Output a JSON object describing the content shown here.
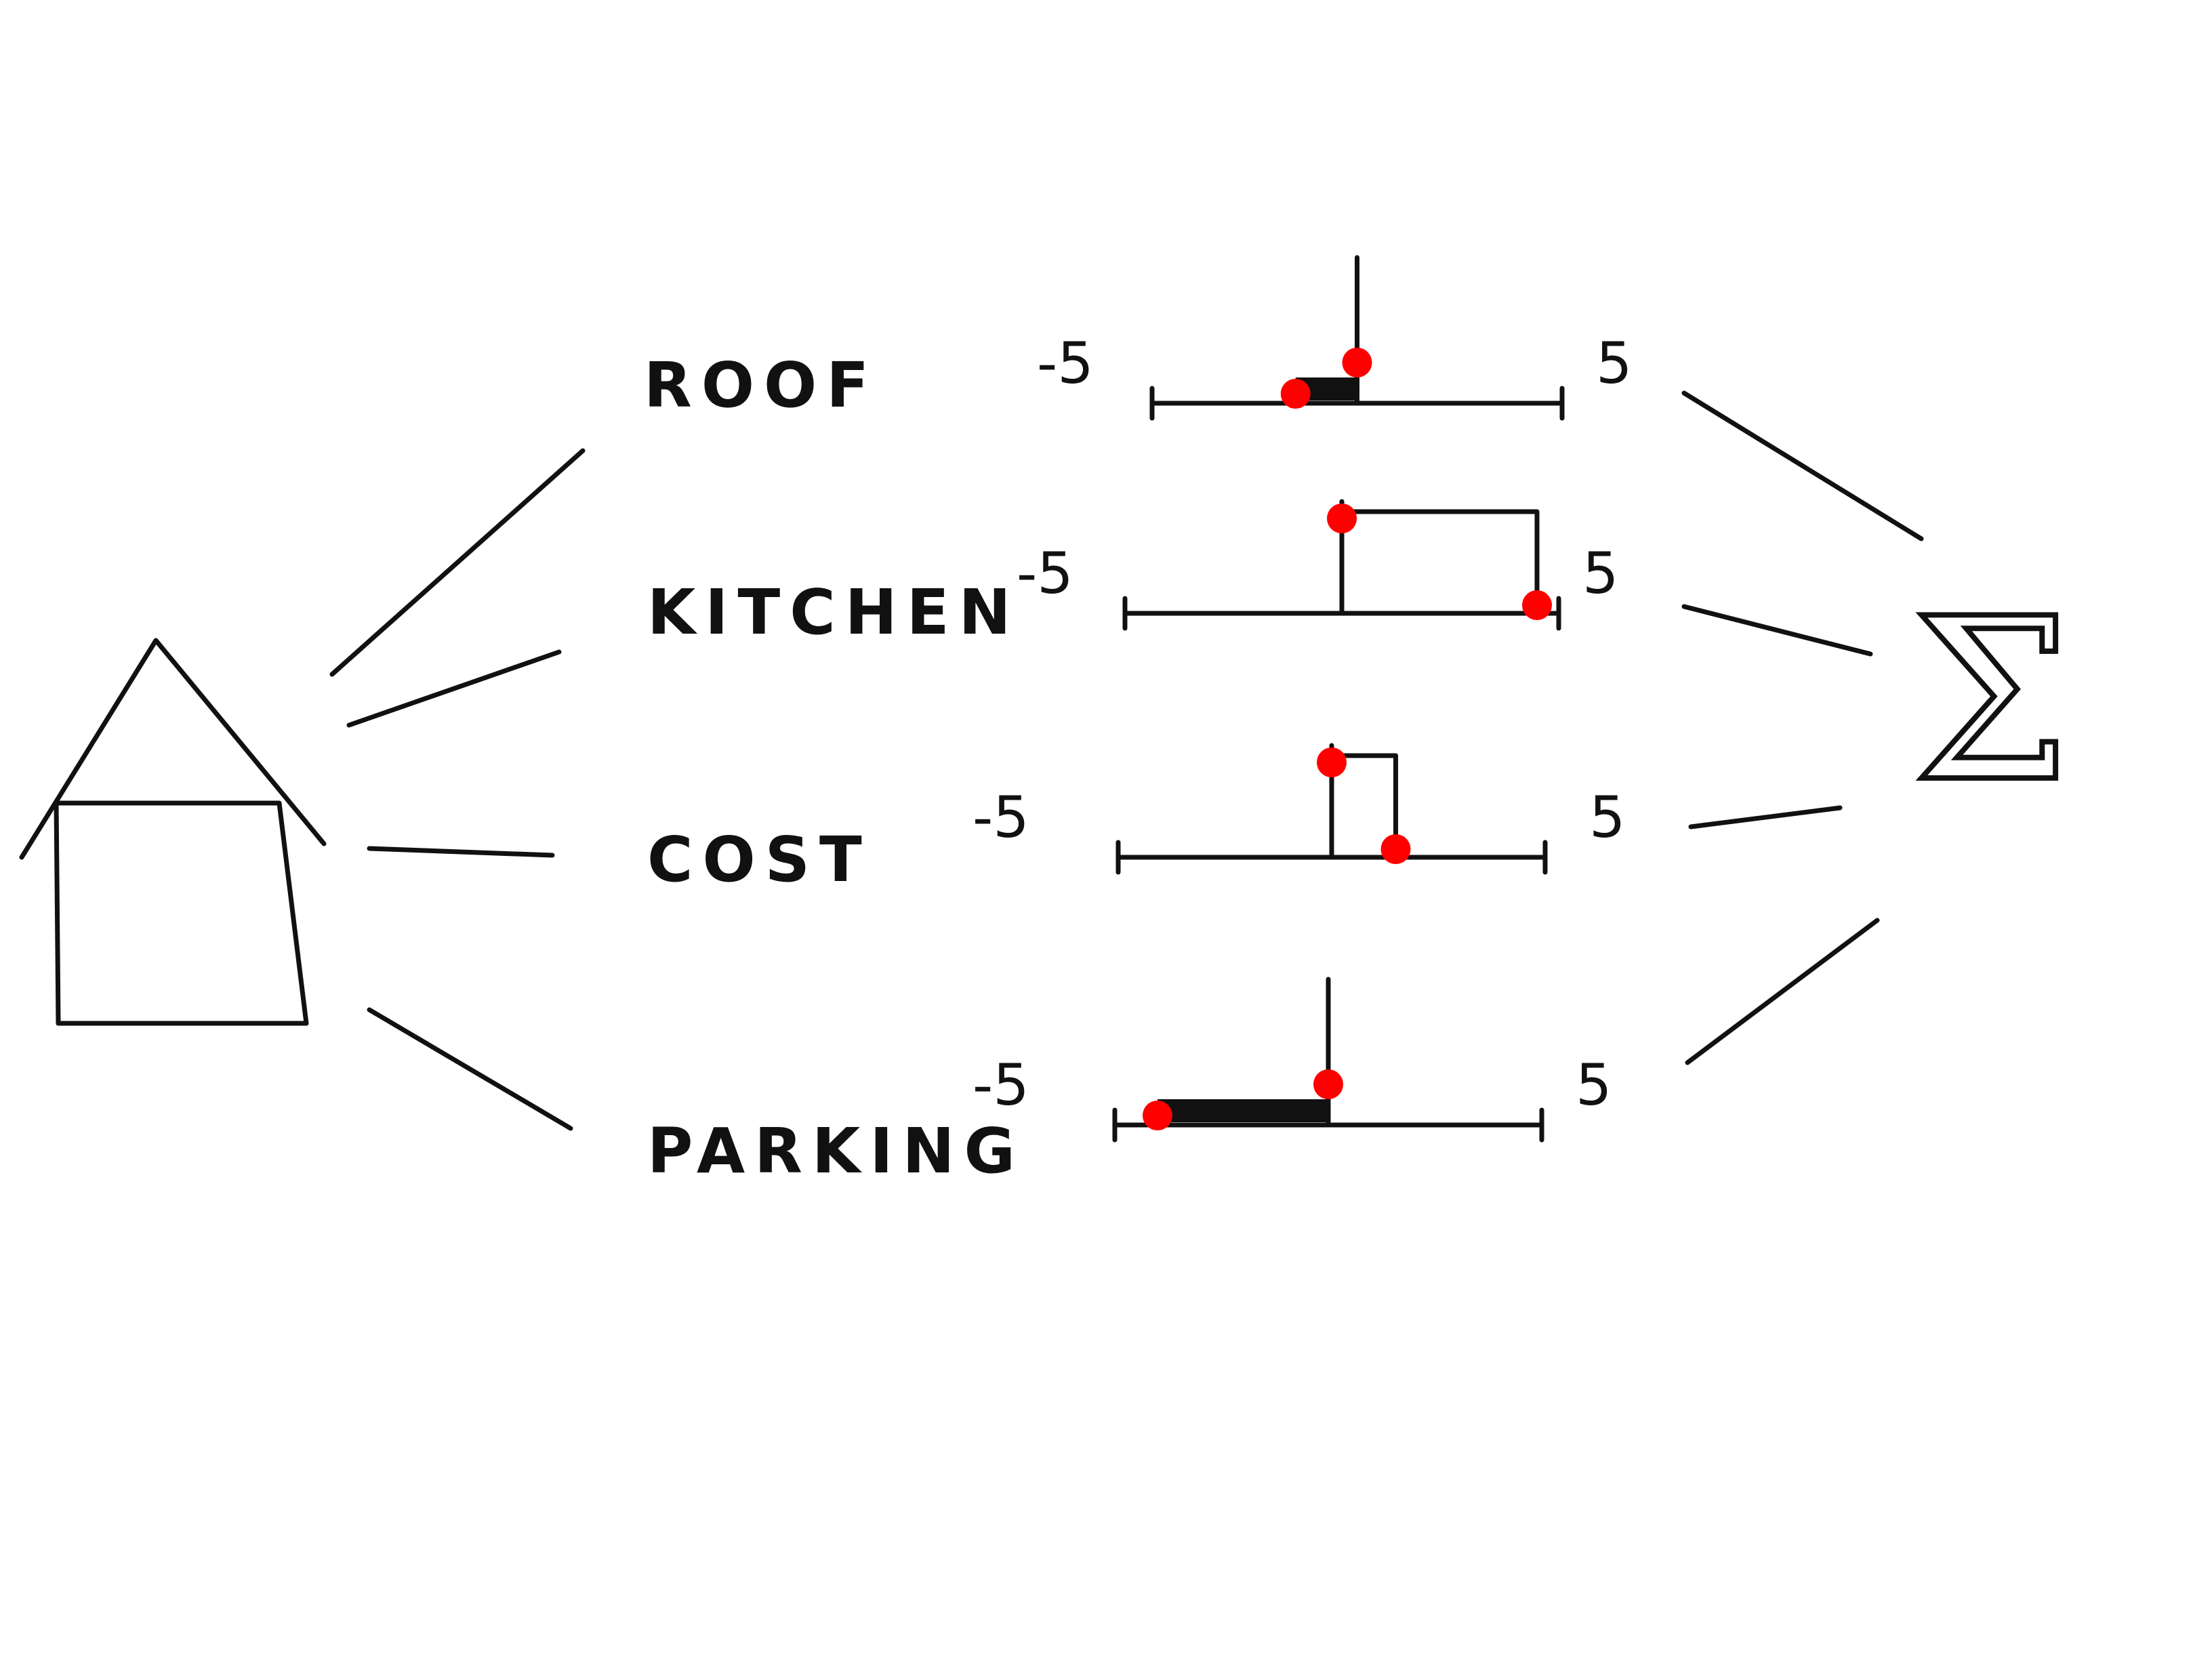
{
  "diagram": {
    "features": [
      {
        "id": "roof",
        "label": "ROOF",
        "range_min_label": "-5",
        "range_max_label": "5",
        "bar_from": -1.5,
        "bar_to": 0,
        "bar_style": "hatched"
      },
      {
        "id": "kitchen",
        "label": "KITCHEN",
        "range_min_label": "-5",
        "range_max_label": "5",
        "bar_from": 0,
        "bar_to": 4.5,
        "bar_style": "outline"
      },
      {
        "id": "cost",
        "label": "COST",
        "range_min_label": "-5",
        "range_max_label": "5",
        "bar_from": 0,
        "bar_to": 1.5,
        "bar_style": "outline"
      },
      {
        "id": "parking",
        "label": "PARKING",
        "range_min_label": "-5",
        "range_max_label": "5",
        "bar_from": -4,
        "bar_to": 0,
        "bar_style": "hatched"
      }
    ],
    "range": [
      -5,
      5
    ],
    "sum_symbol": "Σ",
    "colors": {
      "ink": "#111111",
      "marker": "#ff0000",
      "background": "#ffffff"
    },
    "icons": {
      "input": "house-icon",
      "output": "sigma-icon"
    }
  }
}
